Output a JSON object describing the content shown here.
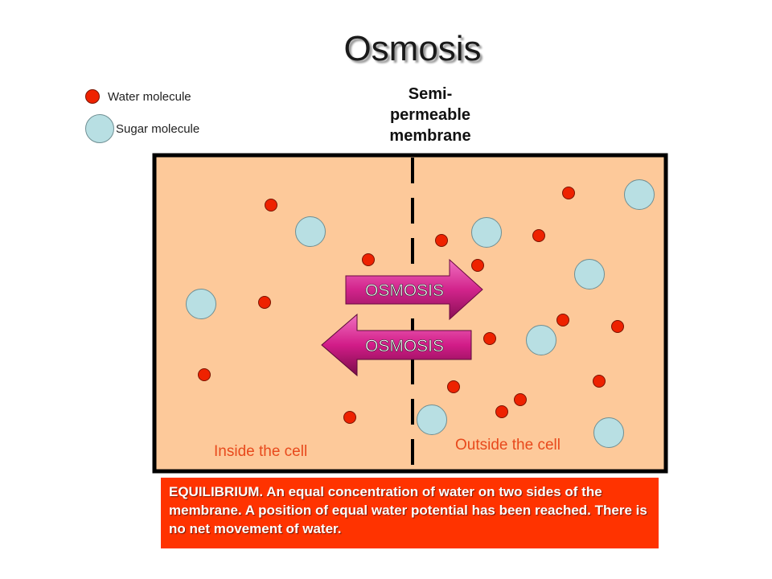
{
  "title": "Osmosis",
  "legend": {
    "water_label": "Water molecule",
    "sugar_label": "Sugar molecule"
  },
  "membrane_label": "Semi-permeable membrane",
  "arrows": {
    "right_label": "OSMOSIS",
    "left_label": "OSMOSIS"
  },
  "regions": {
    "inside_label": "Inside the cell",
    "outside_label": "Outside the cell"
  },
  "caption": "EQUILIBRIUM. An equal concentration of water on two sides of the membrane. A position of equal water potential has been reached. There is no net movement of water.",
  "colors": {
    "cell_fill": "#fdc99a",
    "water": "#ee2200",
    "sugar": "#b8dfe3",
    "caption_bg": "#ff3300",
    "arrow": "#c0187a"
  }
}
